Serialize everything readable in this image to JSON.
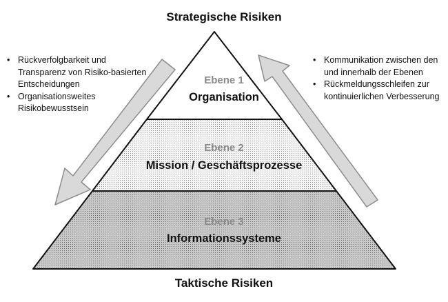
{
  "top_label": "Strategische Risiken",
  "bottom_label": "Taktische Risiken",
  "left_notes": [
    "Rückverfolgbarkeit und Transparenz von Risiko-basierten Entscheidungen",
    "Organisationsweites Risikobewusstsein"
  ],
  "right_notes": [
    "Kommunikation zwischen den und innerhalb der Ebenen",
    "Rückmeldungsschleifen zur kontinuierlichen Verbesserung"
  ],
  "levels": [
    {
      "number": "Ebene 1",
      "name": "Organisation",
      "fill": "#ffffff"
    },
    {
      "number": "Ebene 2",
      "name": "Mission / Geschäftsprozesse",
      "fill": "#f1f1f1"
    },
    {
      "number": "Ebene 3",
      "name": "Informationssysteme",
      "fill": "#c2c2c2"
    }
  ],
  "colors": {
    "outline": "#111111",
    "arrow_fill": "#d9d9d9",
    "arrow_stroke": "#8c8c8c",
    "level_number_text": "#8a8a8a"
  },
  "icons": {
    "left_arrow": "down-left-arrow-icon",
    "right_arrow": "up-right-arrow-icon"
  }
}
